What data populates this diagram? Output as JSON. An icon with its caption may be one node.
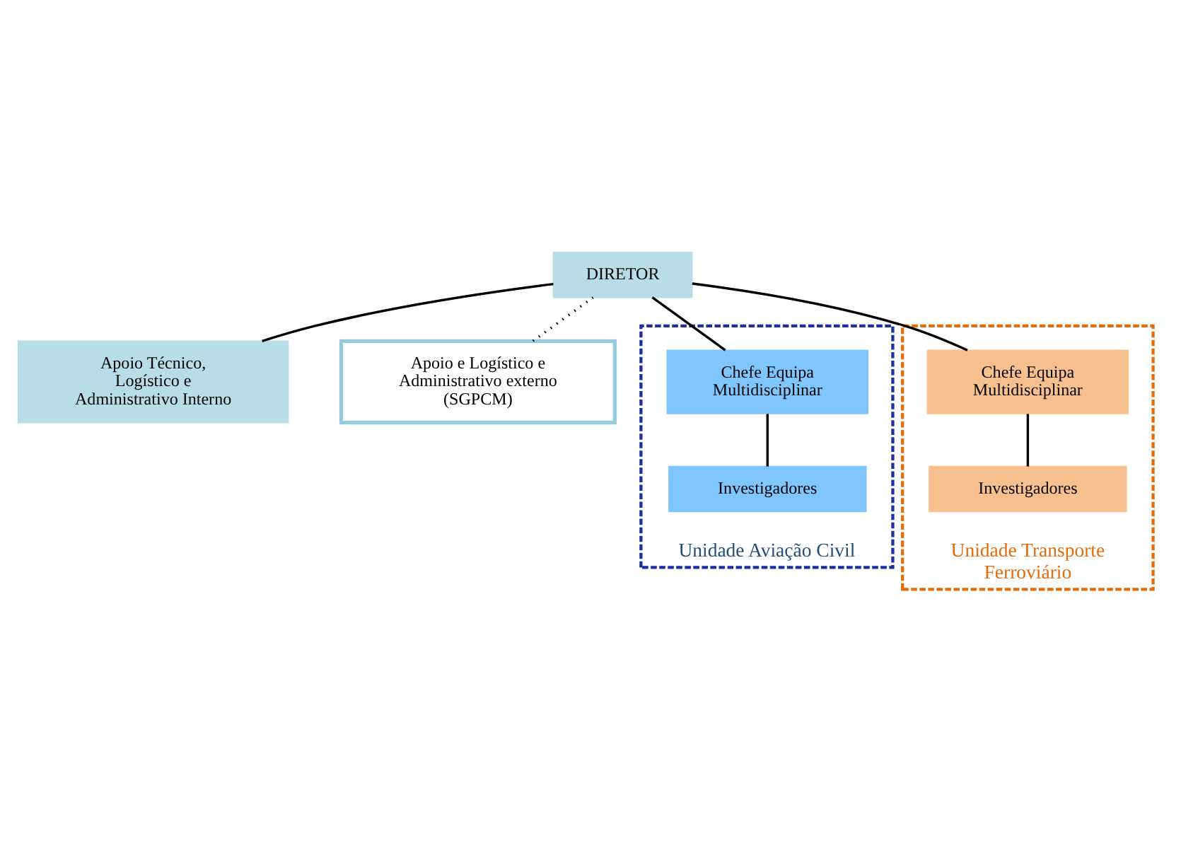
{
  "diagram": {
    "nodes": [
      {
        "text": [
          "DIRETOR"
        ]
      },
      {
        "text": [
          "Apoio Técnico, Logístico e Administrativo Interno"
        ]
      },
      {
        "text": [
          "Apoio e Logístico e Administrativo externo (SGPCM)"
        ]
      },
      {
        "text": [
          "Unidade Aviação Civil"
        ]
      },
      {
        "text": [
          "Chefe Equipa Multidisciplinar"
        ],
        "in": 3
      },
      {
        "text": [
          "Investigadores"
        ],
        "in": 3
      },
      {
        "text": [
          "Unidade Transporte Ferroviário"
        ]
      },
      {
        "text": [
          "Chefe Equipa Multidisciplinar"
        ],
        "in": 6
      },
      {
        "text": [
          "Investigadores"
        ],
        "in": 6
      }
    ],
    "edges": [
      {
        "from": 0,
        "to": 1,
        "arrow": "none"
      },
      {
        "from": 0,
        "to": 2,
        "arrow": "none",
        "style": "dashed"
      },
      {
        "from": 0,
        "to": 4,
        "arrow": "none"
      },
      {
        "from": 0,
        "to": 7,
        "arrow": "none"
      },
      {
        "from": 4,
        "to": 5,
        "arrow": "none"
      },
      {
        "from": 7,
        "to": 8,
        "arrow": "none"
      }
    ]
  }
}
